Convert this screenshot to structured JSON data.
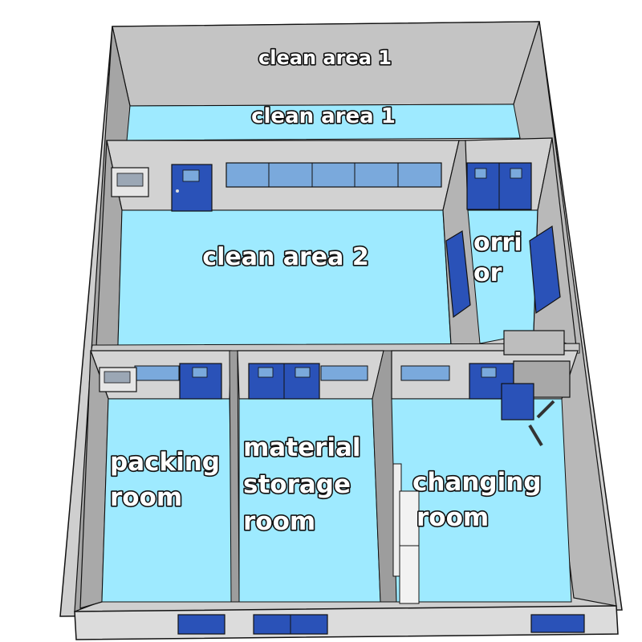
{
  "floor_plan": {
    "rooms": [
      {
        "id": "clean-area-1",
        "lines": [
          "clean area 1"
        ]
      },
      {
        "id": "clean-area-1-floor",
        "lines": [
          "clean area 1"
        ]
      },
      {
        "id": "clean-area-2",
        "lines": [
          "clean area 2"
        ]
      },
      {
        "id": "corridor",
        "lines": [
          "orri",
          "or"
        ]
      },
      {
        "id": "packing-room",
        "lines": [
          "packing",
          "room"
        ]
      },
      {
        "id": "material-storage-room",
        "lines": [
          "material",
          "storage",
          "room"
        ]
      },
      {
        "id": "changing-room",
        "lines": [
          "changing",
          "room"
        ]
      }
    ]
  },
  "colors": {
    "floor": "#9eeaff",
    "wall_top": "#c8c8c8",
    "wall_inner": "#a9a9a9",
    "outer_wall": "#d9d9d9",
    "door": "#2a52b8",
    "door_frame": "#1d3d8f",
    "window": "#7aa9dc",
    "outline": "#111111",
    "label_fill": "#ffffff"
  }
}
